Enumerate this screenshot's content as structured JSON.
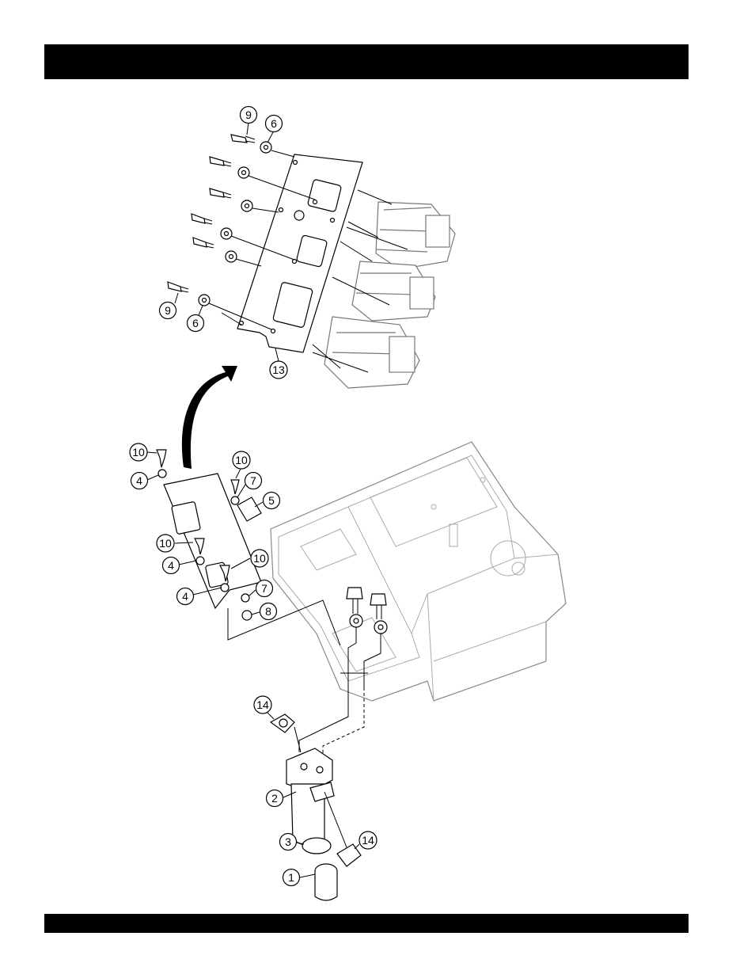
{
  "header": {
    "bar_color": "#000000"
  },
  "footer": {
    "bar_color": "#000000"
  },
  "callouts": [
    {
      "id": "c9a",
      "label": "9"
    },
    {
      "id": "c6a",
      "label": "6"
    },
    {
      "id": "c9b",
      "label": "9"
    },
    {
      "id": "c6b",
      "label": "6"
    },
    {
      "id": "c13",
      "label": "13"
    },
    {
      "id": "c10a",
      "label": "10"
    },
    {
      "id": "c4a",
      "label": "4"
    },
    {
      "id": "c10b",
      "label": "10"
    },
    {
      "id": "c7a",
      "label": "7"
    },
    {
      "id": "c5",
      "label": "5"
    },
    {
      "id": "c10c",
      "label": "10"
    },
    {
      "id": "c4b",
      "label": "4"
    },
    {
      "id": "c10d",
      "label": "10"
    },
    {
      "id": "c4c",
      "label": "4"
    },
    {
      "id": "c7b",
      "label": "7"
    },
    {
      "id": "c8",
      "label": "8"
    },
    {
      "id": "c14a",
      "label": "14"
    },
    {
      "id": "c2",
      "label": "2"
    },
    {
      "id": "c14b",
      "label": "14"
    },
    {
      "id": "c3",
      "label": "3"
    },
    {
      "id": "c1",
      "label": "1"
    }
  ]
}
